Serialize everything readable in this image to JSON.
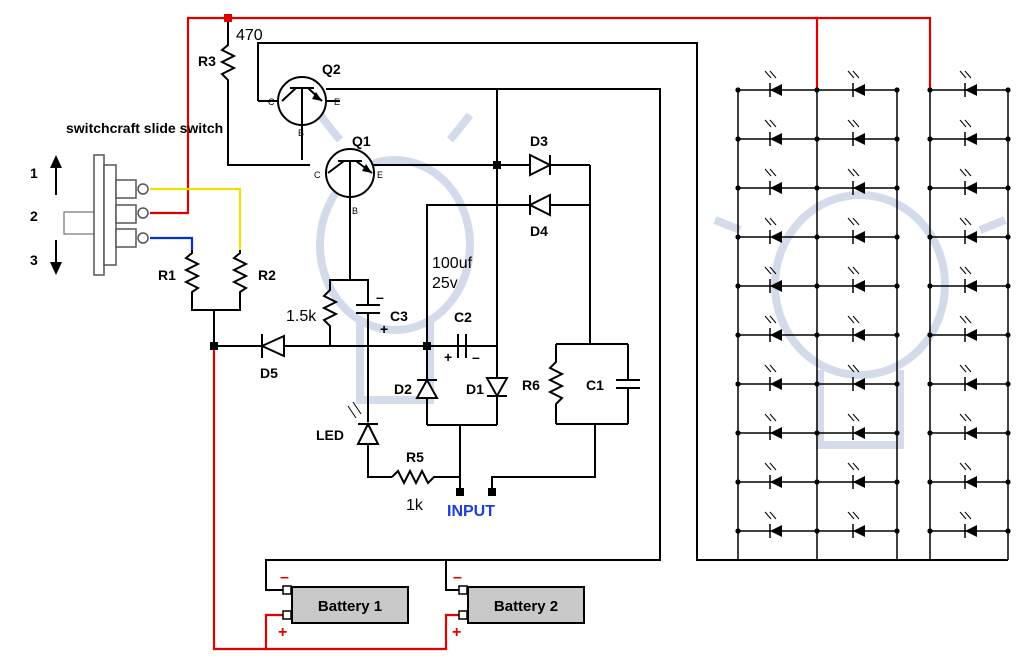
{
  "labels": {
    "switch_title": "switchcraft slide switch",
    "pos1": "1",
    "pos2": "2",
    "pos3": "3",
    "r1": "R1",
    "r2": "R2",
    "r3": "R3",
    "r3_value": "470",
    "q1": "Q1",
    "q2": "Q2",
    "c_pin": "C",
    "e_pin": "E",
    "b_pin": "B",
    "d3": "D3",
    "d4": "D4",
    "d5": "D5",
    "d1": "D1",
    "d2": "D2",
    "c3": "C3",
    "c2": "C2",
    "c1": "C1",
    "r6": "R6",
    "r5": "R5",
    "res_1k5": "1.5k",
    "res_1k": "1k",
    "cap_val1": "100uf",
    "cap_val2": "25v",
    "led": "LED",
    "input": "INPUT",
    "plus": "+",
    "minus": "–",
    "battery1": "Battery 1",
    "battery2": "Battery 2"
  },
  "colors": {
    "wire": "#000000",
    "positive": "#e00000",
    "yellow": "#f2e000",
    "blue": "#0030d0",
    "input": "#1a3fd6",
    "battery_fill": "#c8c8c8"
  },
  "led_array": {
    "columns": 3,
    "rows": 10
  }
}
